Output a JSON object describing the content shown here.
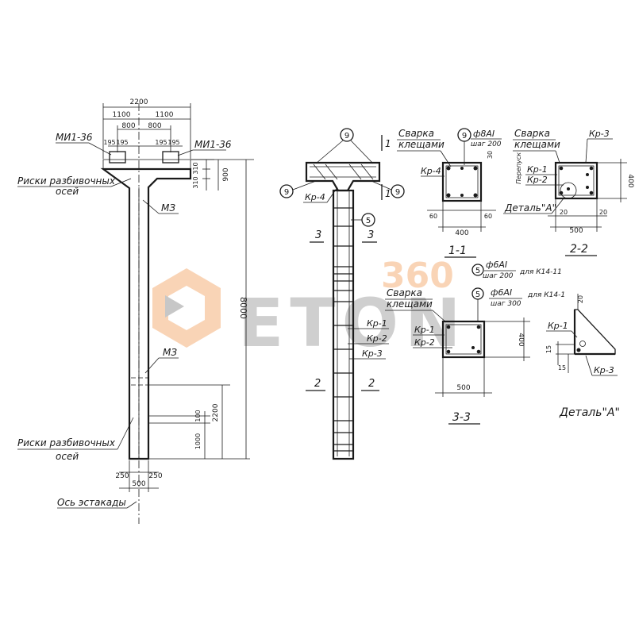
{
  "watermark": {
    "number": "360",
    "word": "ETON",
    "colors": {
      "orange": "#f5b27c",
      "gray": "#9a9a9a"
    }
  },
  "column": {
    "dims": {
      "total_width": "2200",
      "half_left": "1100",
      "half_right": "1100",
      "inner_left": "800",
      "inner_right": "800",
      "d195a": "195",
      "d195b": "195",
      "d195c": "195",
      "d195d": "195",
      "head_height": "900",
      "d310a": "310",
      "d310b": "310",
      "height": "8000",
      "d2200": "2200",
      "d100": "100",
      "d1000": "1000",
      "d250a": "250",
      "d250b": "250",
      "base_width": "500"
    },
    "labels": {
      "mi_left": "МИ1-36",
      "mi_right": "МИ1-36",
      "risks_top_1": "Риски разбивочных",
      "risks_top_2": "осей",
      "m3_top": "МЗ",
      "m3_bottom": "МЗ",
      "risks_bot_1": "Риски разбивочных",
      "risks_bot_2": "осей",
      "axis": "Ось эстакады"
    }
  },
  "reinforcement": {
    "markers": {
      "m9a": "9",
      "m9b": "9",
      "m9c": "9",
      "m5": "5"
    },
    "labels": {
      "section1": "1",
      "section1b": "1",
      "section3a": "3",
      "section3b": "3",
      "section2a": "2",
      "section2b": "2",
      "kr4": "Кр-4",
      "kr1": "Кр-1",
      "kr2": "Кр-2",
      "kr3": "Кр-3"
    }
  },
  "section11": {
    "weld_1": "Сварка",
    "weld_2": "клещами",
    "marker": "9",
    "bar": "ф8АI",
    "step": "шаг 200",
    "kr4": "Кр-4",
    "dims": {
      "h30": "30",
      "w60a": "60",
      "w60b": "60",
      "width": "400"
    },
    "title": "1-1"
  },
  "section22": {
    "weld_1": "Сварка",
    "weld_2": "клещами",
    "kr3": "Кр-3",
    "kr1": "Кр-1",
    "kr2": "Кр-2",
    "pereput": "Перепуск",
    "detail_ref": "Деталь\"А\"",
    "dims": {
      "height": "400",
      "d20a": "20",
      "d20b": "20",
      "width": "500"
    },
    "title": "2-2"
  },
  "section33": {
    "marker1": "5",
    "bar1": "ф6АI",
    "step1": "шаг 200",
    "for1": "для К14-11",
    "marker2": "5",
    "bar2": "ф6АI",
    "step2": "шаг 300",
    "for2": "для К14-1",
    "weld_1": "Сварка",
    "weld_2": "клещами",
    "kr1": "Кр-1",
    "kr2": "Кр-2",
    "dims": {
      "height": "400",
      "width": "500"
    },
    "title": "3-3"
  },
  "detailA": {
    "kr1": "Кр-1",
    "kr3": "Кр-3",
    "dims": {
      "d20": "20",
      "d15a": "15",
      "d15b": "15"
    },
    "title": "Деталь\"А\""
  }
}
